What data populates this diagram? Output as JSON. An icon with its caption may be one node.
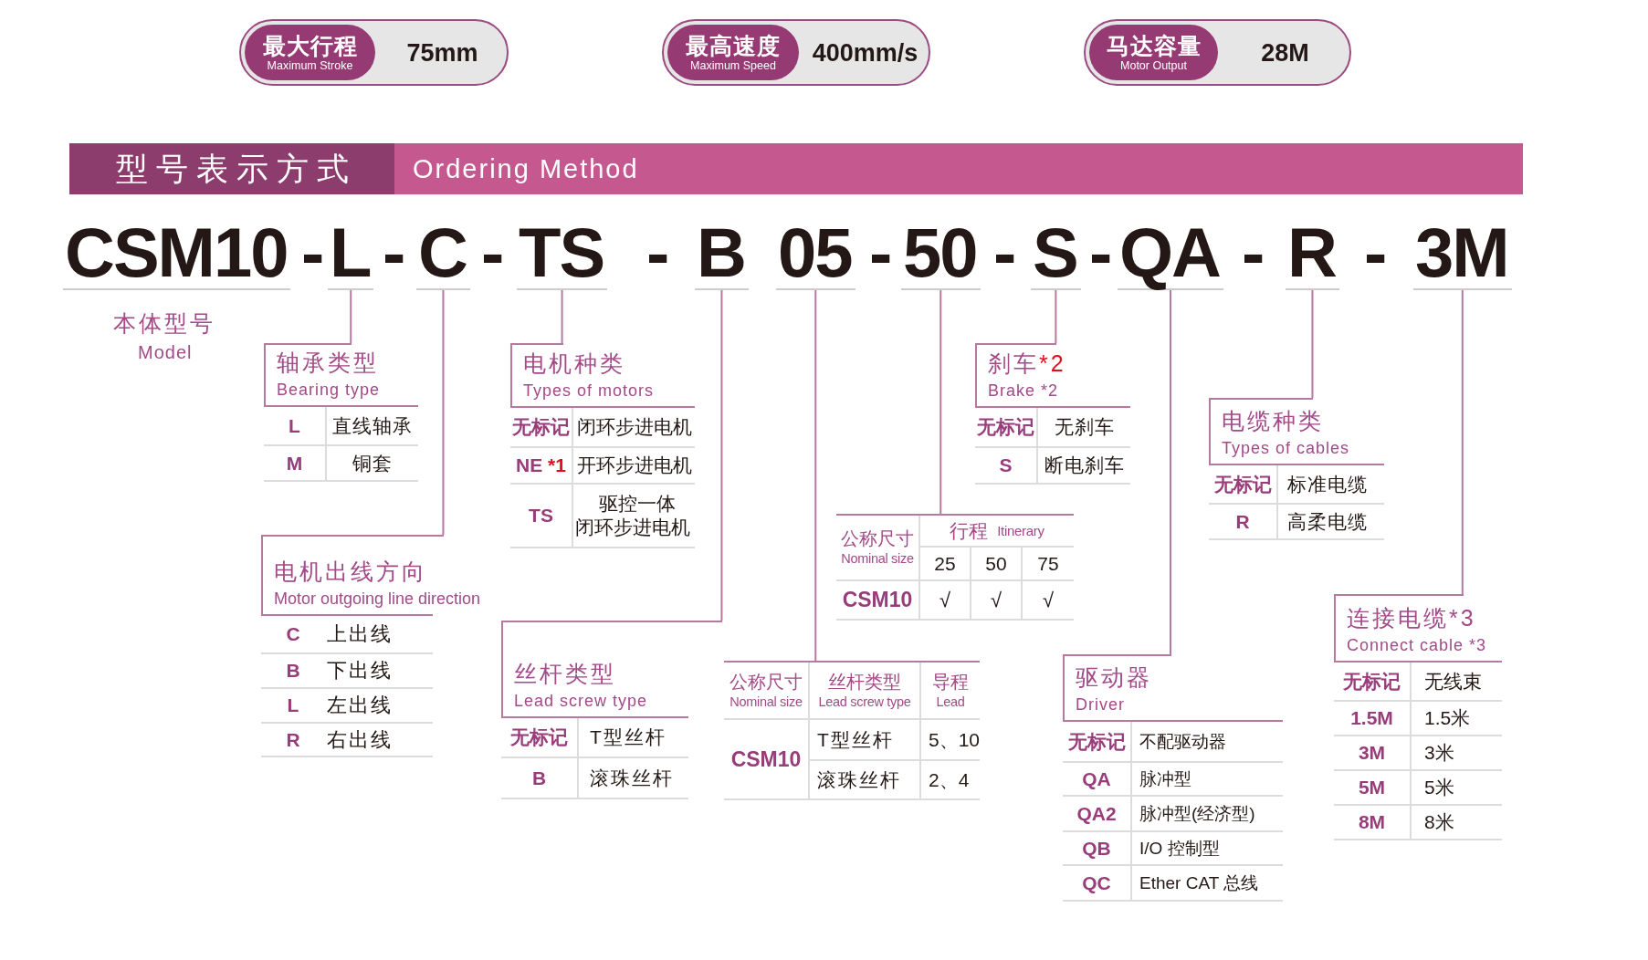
{
  "diagram": {
    "nodes": [
      {
        "text": [
          "75mm"
        ]
      },
      {
        "text": [
          "最大行程",
          "Maximum Stroke"
        ],
        "in": 0
      },
      {
        "text": [
          "400mm/s"
        ]
      },
      {
        "text": [
          "最高速度",
          "Maximum Speed"
        ],
        "in": 2
      },
      {
        "text": [
          "28M"
        ]
      },
      {
        "text": [
          "马达容量",
          "Motor Output"
        ],
        "in": 4
      },
      {
        "text": [
          "型号表示方式",
          "Ordering Method"
        ]
      },
      {
        "text": [
          "L"
        ]
      },
      {
        "text": [
          "C"
        ]
      },
      {
        "text": [
          "TS"
        ]
      },
      {
        "text": [
          "B"
        ]
      },
      {
        "text": [
          "05"
        ]
      },
      {
        "text": [
          "50"
        ]
      },
      {
        "text": [
          "S"
        ]
      },
      {
        "text": [
          "QA"
        ]
      },
      {
        "text": [
          "R"
        ]
      },
      {
        "text": [
          "3M"
        ]
      },
      {
        "text": [
          "轴承类型",
          "Bearing type",
          "L",
          "直线轴承",
          "M",
          "铜套"
        ]
      },
      {
        "text": [
          "电机出线方向",
          "Motor outgoing line direction",
          "C",
          "上出线",
          "B",
          "下出线",
          "L",
          "左出线",
          "R",
          "右出线"
        ]
      },
      {
        "text": [
          "电机种类",
          "Types of motors",
          "无标记",
          "闭环步进电机",
          "NE *1",
          "开环步进电机",
          "TS",
          "驱控一体闭环步进电机"
        ]
      },
      {
        "text": [
          "丝杆类型",
          "Lead screw type",
          "无标记",
          "T型丝杆",
          "B",
          "滚珠丝杆"
        ]
      },
      {
        "text": [
          "公称尺寸",
          "Nominal size",
          "丝杆类型",
          "Lead screw type",
          "导程",
          "Lead",
          "CSM10",
          "T型丝杆",
          "5、10",
          "滚珠丝杆",
          "2、4"
        ]
      },
      {
        "text": [
          "公称尺寸",
          "Nominal size",
          "行程",
          "Itinerary",
          "25",
          "50",
          "75",
          "CSM10",
          "√",
          "√",
          "√"
        ]
      },
      {
        "text": [
          "刹车*2",
          "Brake *2",
          "无标记",
          "无刹车",
          "S",
          "断电刹车"
        ]
      },
      {
        "text": [
          "驱动器",
          "Driver",
          "无标记",
          "不配驱动器",
          "QA",
          "脉冲型",
          "QA2",
          "脉冲型(经济型)",
          "QB",
          "I/O 控制型",
          "QC",
          "Ether CAT 总线"
        ]
      },
      {
        "text": [
          "电缆种类",
          "Types of cables",
          "无标记",
          "标准电缆",
          "R",
          "高柔电缆"
        ]
      },
      {
        "text": [
          "连接电缆*3",
          "Connect cable *3",
          "无标记",
          "无线束",
          "1.5M",
          "1.5米",
          "3M",
          "3米",
          "5M",
          "5米",
          "8M",
          "8米"
        ]
      }
    ],
    "edges": [
      {
        "from": 7,
        "to": 17,
        "arrow": "none"
      },
      {
        "from": 8,
        "to": 18,
        "arrow": "none"
      },
      {
        "from": 9,
        "to": 19,
        "arrow": "none"
      },
      {
        "from": 10,
        "to": 20,
        "arrow": "none"
      },
      {
        "from": 11,
        "to": 21,
        "arrow": "none"
      },
      {
        "from": 12,
        "to": 22,
        "arrow": "none"
      },
      {
        "from": 13,
        "to": 23,
        "arrow": "none"
      },
      {
        "from": 14,
        "to": 24,
        "arrow": "none"
      },
      {
        "from": 15,
        "to": 25,
        "arrow": "none"
      },
      {
        "from": 16,
        "to": 26,
        "arrow": "none"
      }
    ],
    "labels": [
      "CSM10",
      "-",
      "-",
      "-",
      "-",
      "-",
      "-",
      "-",
      "-",
      "-",
      "本体型号",
      "Model"
    ]
  }
}
